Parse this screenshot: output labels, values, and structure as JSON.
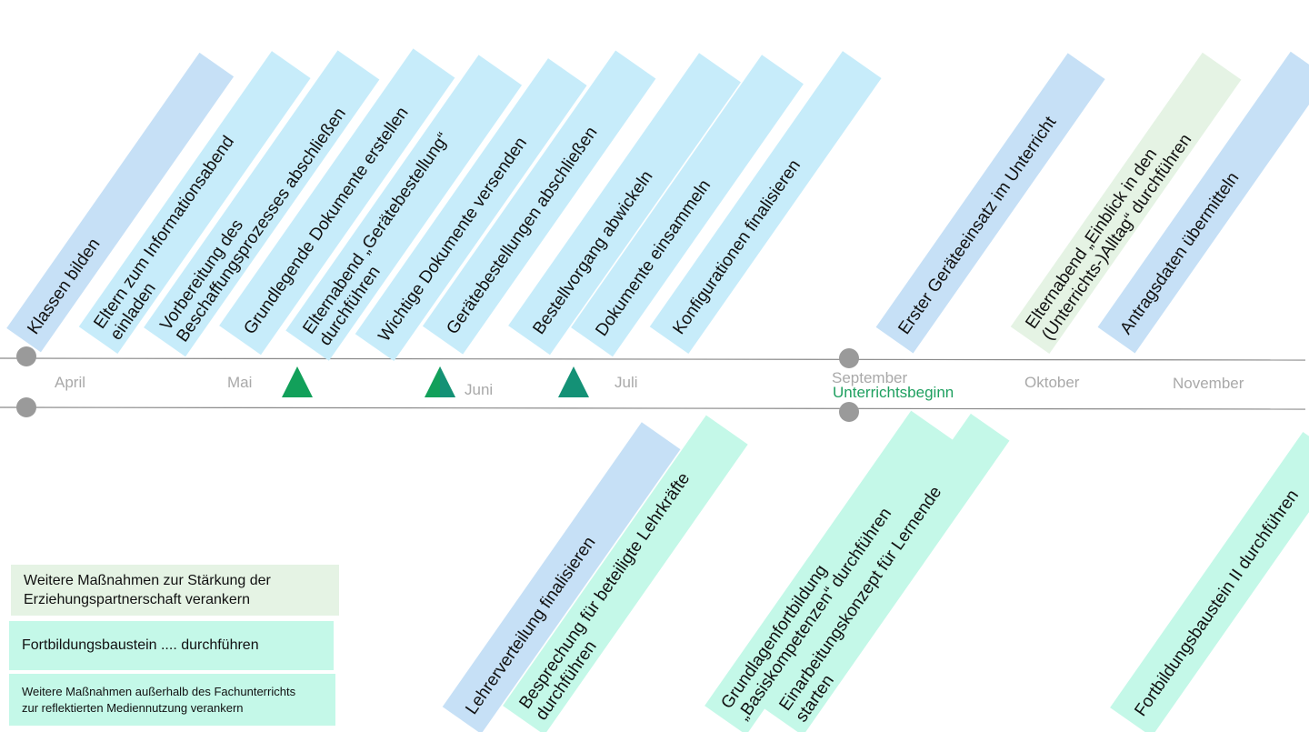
{
  "colors": {
    "blue": "#c6e0f6",
    "cyan": "#c7ecfa",
    "mint": "#c4f8e8",
    "green": "#e5f3e4",
    "line": "#8a8a8a",
    "dot": "#9a9a9a",
    "month_text": "#a9a9a9",
    "accent": "#1fa060",
    "triangle": "#12a05a",
    "triangle_dark": "#149176"
  },
  "months": [
    "April",
    "Mai",
    "Juni",
    "Juli",
    "September",
    "Oktober",
    "November"
  ],
  "milestone_label": "Unterrichtsbeginn",
  "top_tasks": [
    {
      "lines": [
        "Klassen bilden"
      ],
      "color": "blue"
    },
    {
      "lines": [
        "Eltern zum Informationsabend",
        "einladen"
      ],
      "color": "cyan"
    },
    {
      "lines": [
        "Vorbereitung des",
        "Beschaffungsprozesses abschließen"
      ],
      "color": "cyan"
    },
    {
      "lines": [
        "Grundlegende Dokumente erstellen"
      ],
      "color": "cyan"
    },
    {
      "lines": [
        "Elternabend „Gerätebestellung“",
        "durchführen"
      ],
      "color": "cyan"
    },
    {
      "lines": [
        "Wichtige Dokumente versenden"
      ],
      "color": "cyan"
    },
    {
      "lines": [
        "Gerätebestellungen abschließen"
      ],
      "color": "cyan"
    },
    {
      "lines": [
        "Bestellvorgang abwickeln"
      ],
      "color": "cyan"
    },
    {
      "lines": [
        "Dokumente einsammeln"
      ],
      "color": "cyan"
    },
    {
      "lines": [
        "Konfigurationen finalisieren"
      ],
      "color": "cyan"
    },
    {
      "lines": [
        "Erster Geräteeinsatz im Unterricht"
      ],
      "color": "blue"
    },
    {
      "lines": [
        "Elternabend „Einblick in den",
        "(Unterrichts-)Alltag“ durchführen"
      ],
      "color": "green"
    },
    {
      "lines": [
        "Antragsdaten übermitteln"
      ],
      "color": "blue"
    }
  ],
  "bottom_tasks": [
    {
      "lines": [
        "Lehrerverteilung finalisieren"
      ],
      "color": "blue"
    },
    {
      "lines": [
        "Besprechung für beteiligte Lehrkräfte",
        "durchführen"
      ],
      "color": "mint"
    },
    {
      "lines": [
        "Grundlagenfortbildung",
        "„Basiskompetenzen“ durchführen"
      ],
      "color": "mint"
    },
    {
      "lines": [
        "Einarbeitungskonzept für Lernende",
        "starten"
      ],
      "color": "mint"
    },
    {
      "lines": [
        "Fortbildungsbaustein II durchführen"
      ],
      "color": "mint"
    }
  ],
  "legend": [
    {
      "lines": [
        "Weitere Maßnahmen zur Stärkung der",
        "Erziehungspartnerschaft verankern"
      ],
      "color": "green"
    },
    {
      "lines": [
        "Fortbildungsbaustein .... durchführen"
      ],
      "color": "mint"
    },
    {
      "lines": [
        "Weitere Maßnahmen außerhalb des Fachunterrichts",
        "zur reflektierten Mediennutzung verankern"
      ],
      "color": "mint"
    }
  ]
}
